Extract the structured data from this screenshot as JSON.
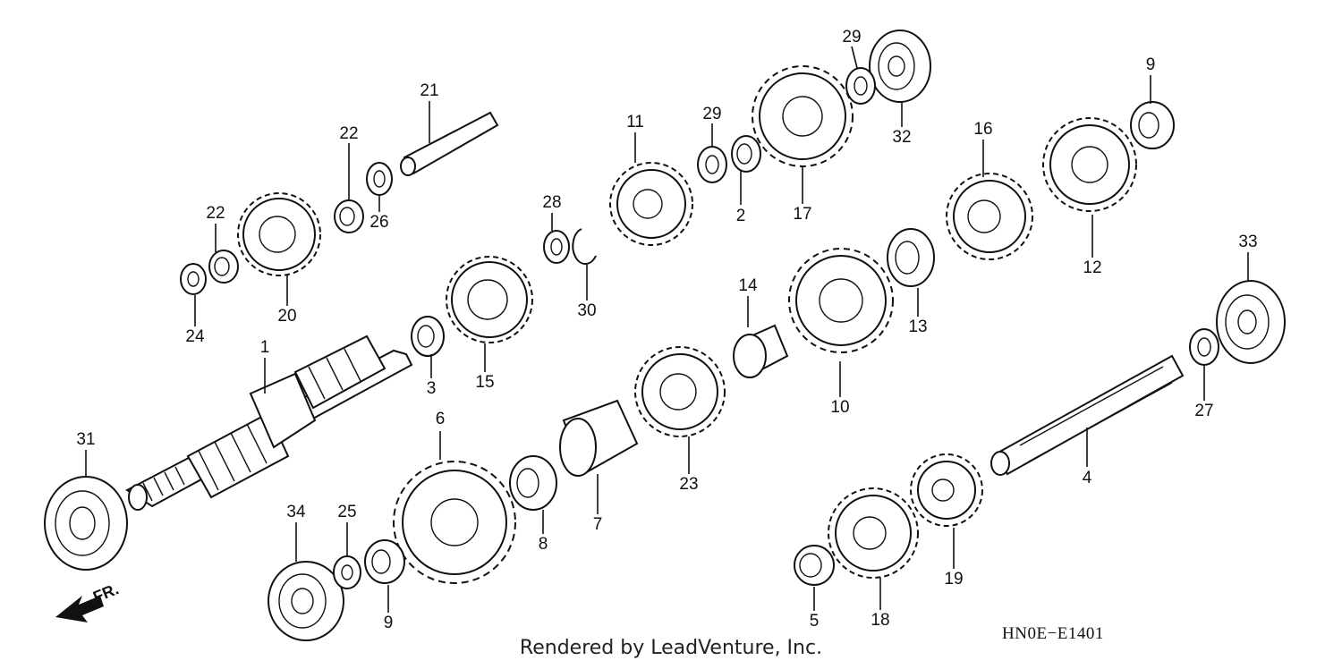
{
  "diagram": {
    "direction_label": "FR.",
    "drawing_code": "HN0E−E1401",
    "credit": "Rendered by LeadVenture, Inc.",
    "callouts": [
      {
        "id": "c1",
        "text": "1"
      },
      {
        "id": "c2",
        "text": "2"
      },
      {
        "id": "c3",
        "text": "3"
      },
      {
        "id": "c4",
        "text": "4"
      },
      {
        "id": "c5",
        "text": "5"
      },
      {
        "id": "c6",
        "text": "6"
      },
      {
        "id": "c7",
        "text": "7"
      },
      {
        "id": "c8",
        "text": "8"
      },
      {
        "id": "c9a",
        "text": "9"
      },
      {
        "id": "c9b",
        "text": "9"
      },
      {
        "id": "c10",
        "text": "10"
      },
      {
        "id": "c11",
        "text": "11"
      },
      {
        "id": "c12",
        "text": "12"
      },
      {
        "id": "c13",
        "text": "13"
      },
      {
        "id": "c14",
        "text": "14"
      },
      {
        "id": "c15",
        "text": "15"
      },
      {
        "id": "c16",
        "text": "16"
      },
      {
        "id": "c17",
        "text": "17"
      },
      {
        "id": "c18",
        "text": "18"
      },
      {
        "id": "c19",
        "text": "19"
      },
      {
        "id": "c20",
        "text": "20"
      },
      {
        "id": "c21",
        "text": "21"
      },
      {
        "id": "c22a",
        "text": "22"
      },
      {
        "id": "c22b",
        "text": "22"
      },
      {
        "id": "c23",
        "text": "23"
      },
      {
        "id": "c24",
        "text": "24"
      },
      {
        "id": "c25",
        "text": "25"
      },
      {
        "id": "c26",
        "text": "26"
      },
      {
        "id": "c27",
        "text": "27"
      },
      {
        "id": "c28",
        "text": "28"
      },
      {
        "id": "c29a",
        "text": "29"
      },
      {
        "id": "c29b",
        "text": "29"
      },
      {
        "id": "c30",
        "text": "30"
      },
      {
        "id": "c31",
        "text": "31"
      },
      {
        "id": "c32",
        "text": "32"
      },
      {
        "id": "c33",
        "text": "33"
      },
      {
        "id": "c34",
        "text": "34"
      }
    ]
  }
}
